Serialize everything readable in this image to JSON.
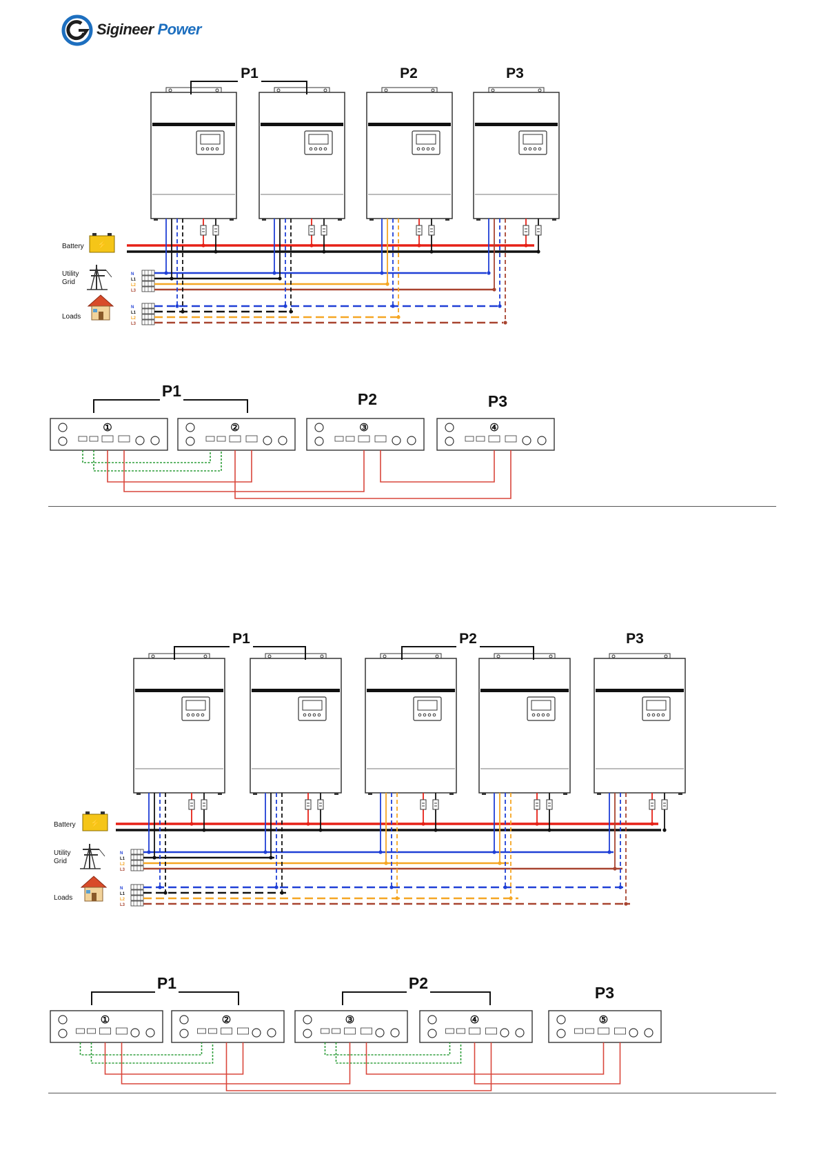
{
  "brand": {
    "name": "Sigineer",
    "name_suffix": "Power"
  },
  "colors": {
    "battery_pos": "#e62117",
    "battery_neg": "#111111",
    "neutral": "#1f3fd6",
    "line1": "#111111",
    "line2": "#f5a623",
    "line3": "#a8432f",
    "sync_cable": "#2e9e3a",
    "current_share_cable": "#d9463b"
  },
  "labels": {
    "battery": "Battery",
    "utility_grid": "Utility Grid",
    "loads": "Loads",
    "phases": [
      "N",
      "L1",
      "L2",
      "L3"
    ]
  },
  "diagram1": {
    "phase_groups": [
      {
        "label": "P1",
        "units": 2
      },
      {
        "label": "P2",
        "units": 1
      },
      {
        "label": "P3",
        "units": 1
      }
    ],
    "port_units": [
      "①",
      "②",
      "③",
      "④"
    ]
  },
  "diagram2": {
    "phase_groups": [
      {
        "label": "P1",
        "units": 2
      },
      {
        "label": "P2",
        "units": 2
      },
      {
        "label": "P3",
        "units": 1
      }
    ],
    "port_units": [
      "①",
      "②",
      "③",
      "④",
      "⑤"
    ]
  }
}
